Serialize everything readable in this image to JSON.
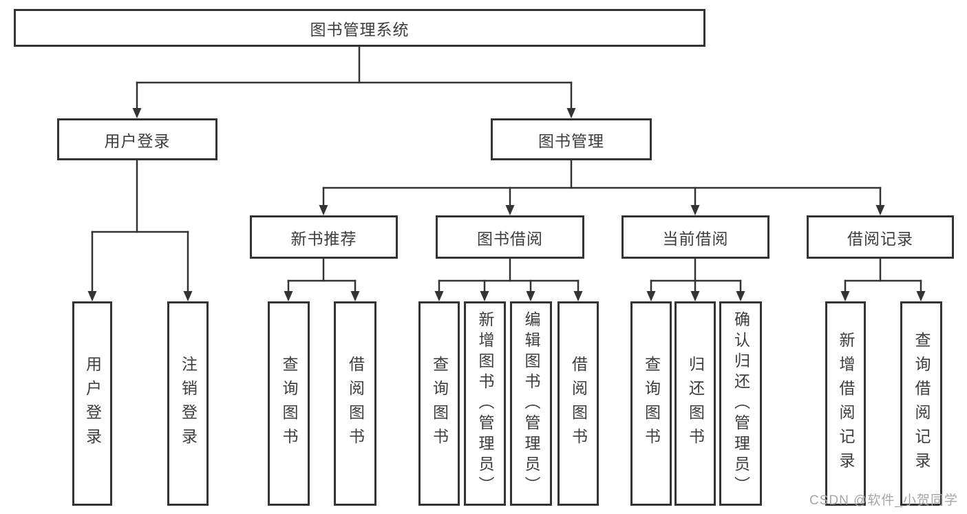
{
  "diagram": {
    "root": {
      "label": "图书管理系统"
    },
    "children": [
      {
        "label": "用户登录",
        "children": [
          {
            "label": "用户登录"
          },
          {
            "label": "注销登录"
          }
        ]
      },
      {
        "label": "图书管理",
        "children": [
          {
            "label": "新书推荐",
            "children": [
              {
                "label": "查询图书"
              },
              {
                "label": "借阅图书"
              }
            ]
          },
          {
            "label": "图书借阅",
            "children": [
              {
                "label": "查询图书"
              },
              {
                "label": "新增图书（管理员）"
              },
              {
                "label": "编辑图书（管理员）"
              },
              {
                "label": "借阅图书"
              }
            ]
          },
          {
            "label": "当前借阅",
            "children": [
              {
                "label": "查询图书"
              },
              {
                "label": "归还图书"
              },
              {
                "label": "确认归还（管理员）"
              }
            ]
          },
          {
            "label": "借阅记录",
            "children": [
              {
                "label": "新增借阅记录"
              },
              {
                "label": "查询借阅记录"
              }
            ]
          }
        ]
      }
    ]
  },
  "watermark": {
    "text": "CSDN @软件_小贺同学"
  },
  "colors": {
    "line": "#333333",
    "box_border": "#333333",
    "text": "#3d3d3d",
    "watermark": "#a6a6a6",
    "background": "#ffffff"
  }
}
